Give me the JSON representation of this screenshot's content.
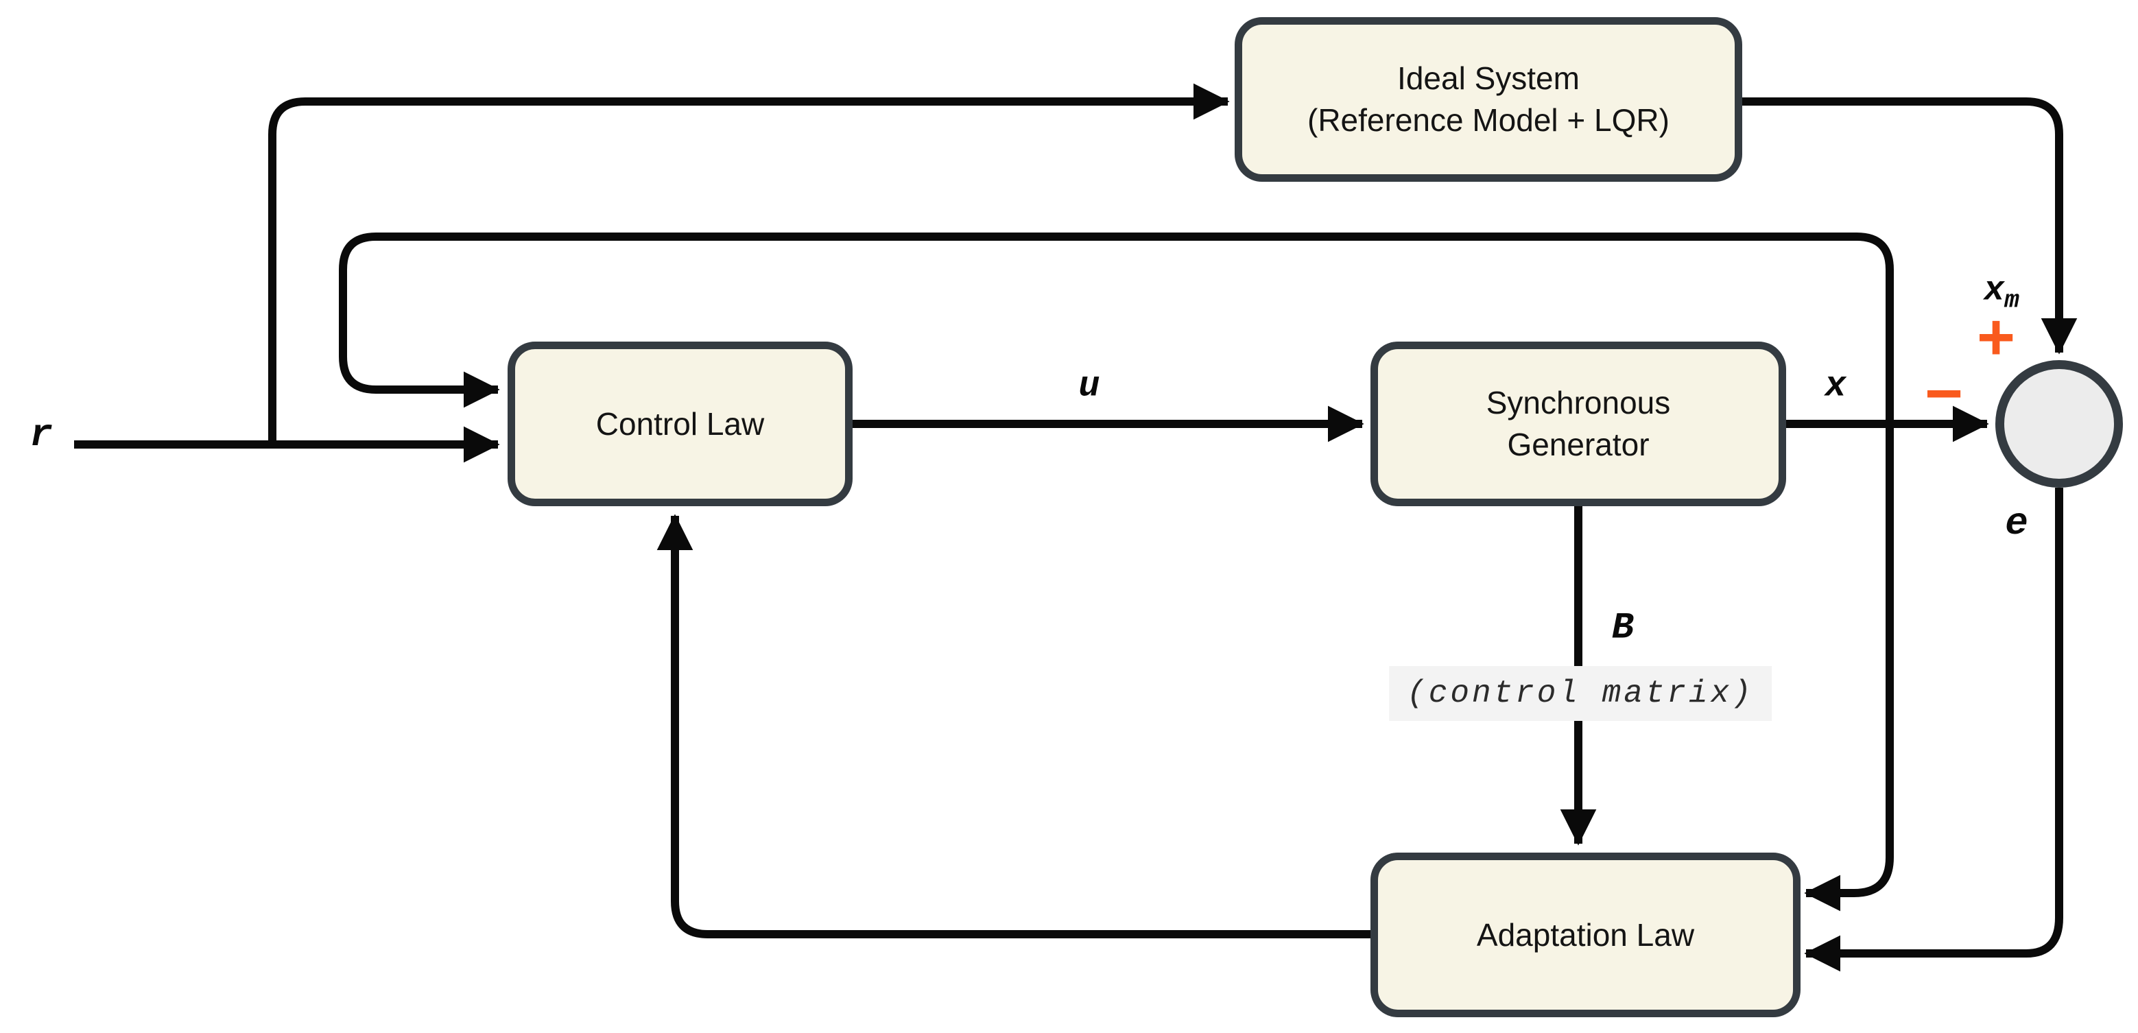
{
  "diagram": {
    "title_note": "adaptive control block diagram",
    "blocks": {
      "ideal_system": {
        "line1": "Ideal System",
        "line2": "(Reference Model + LQR)"
      },
      "control_law": {
        "label": "Control Law"
      },
      "synchronous_generator": {
        "line1": "Synchronous",
        "line2": "Generator"
      },
      "adaptation_law": {
        "label": "Adaptation Law"
      }
    },
    "signals": {
      "r": "r",
      "u": "u",
      "x": "x",
      "xm_base": "x",
      "xm_sub": "m",
      "e": "e",
      "b": "B",
      "control_matrix_note": "(control matrix)",
      "plus": "+",
      "minus": "−"
    },
    "colors": {
      "background": "#ffffff",
      "block_fill": "#f7f4e5",
      "block_border": "#343b41",
      "wire": "#0a0a0a",
      "junction_fill": "#ececec",
      "accent_orange": "#f95a1d",
      "matrix_note_bg": "#f3f3f3"
    }
  }
}
